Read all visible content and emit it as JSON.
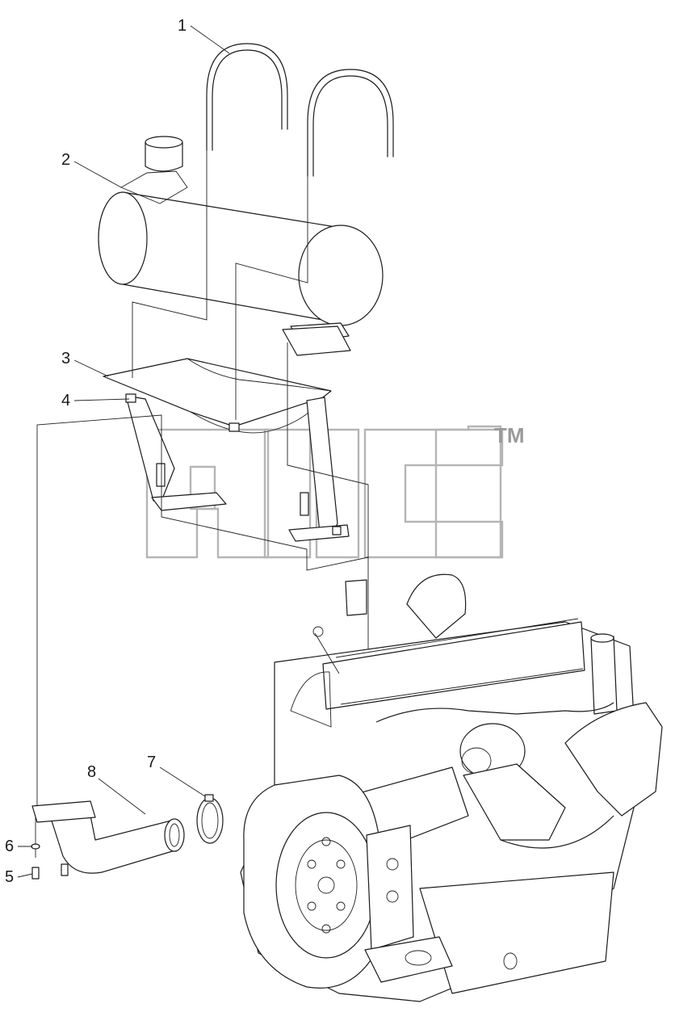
{
  "diagram": {
    "callouts": [
      {
        "id": "1",
        "label": "1"
      },
      {
        "id": "2",
        "label": "2"
      },
      {
        "id": "3",
        "label": "3"
      },
      {
        "id": "4",
        "label": "4"
      },
      {
        "id": "5",
        "label": "5"
      },
      {
        "id": "6",
        "label": "6"
      },
      {
        "id": "7",
        "label": "7"
      },
      {
        "id": "8",
        "label": "8"
      }
    ],
    "watermark": {
      "trademark": "TM"
    }
  }
}
